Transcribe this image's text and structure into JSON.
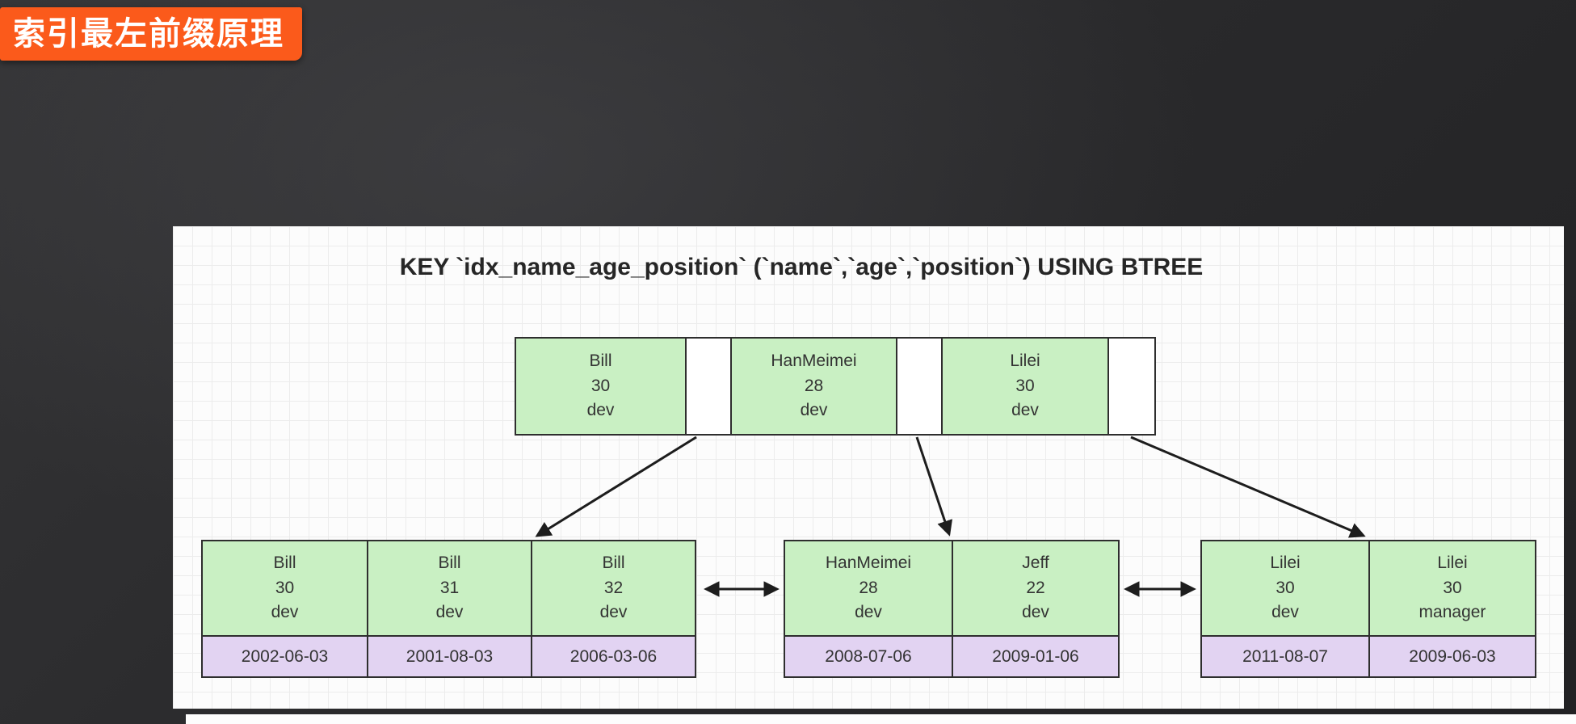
{
  "badge": {
    "label": "索引最左前缀原理"
  },
  "colors": {
    "accent_orange": "#fb5a1b",
    "cell_green": "#c9f0c3",
    "cell_purple": "#e2d3f2",
    "border": "#2e2e2e",
    "panel_bg": "#fcfcfc",
    "page_bg": "#2a2a2c"
  },
  "diagram": {
    "title": "KEY `idx_name_age_position` (`name`,`age`,`position`) USING BTREE",
    "root": {
      "cells": [
        {
          "name": "Bill",
          "age": "30",
          "position": "dev"
        },
        {
          "name": "HanMeimei",
          "age": "28",
          "position": "dev"
        },
        {
          "name": "Lilei",
          "age": "30",
          "position": "dev"
        }
      ]
    },
    "leaves": [
      {
        "cells": [
          {
            "name": "Bill",
            "age": "30",
            "position": "dev",
            "date": "2002-06-03"
          },
          {
            "name": "Bill",
            "age": "31",
            "position": "dev",
            "date": "2001-08-03"
          },
          {
            "name": "Bill",
            "age": "32",
            "position": "dev",
            "date": "2006-03-06"
          }
        ]
      },
      {
        "cells": [
          {
            "name": "HanMeimei",
            "age": "28",
            "position": "dev",
            "date": "2008-07-06"
          },
          {
            "name": "Jeff",
            "age": "22",
            "position": "dev",
            "date": "2009-01-06"
          }
        ]
      },
      {
        "cells": [
          {
            "name": "Lilei",
            "age": "30",
            "position": "dev",
            "date": "2011-08-07"
          },
          {
            "name": "Lilei",
            "age": "30",
            "position": "manager",
            "date": "2009-06-03"
          }
        ]
      }
    ]
  }
}
